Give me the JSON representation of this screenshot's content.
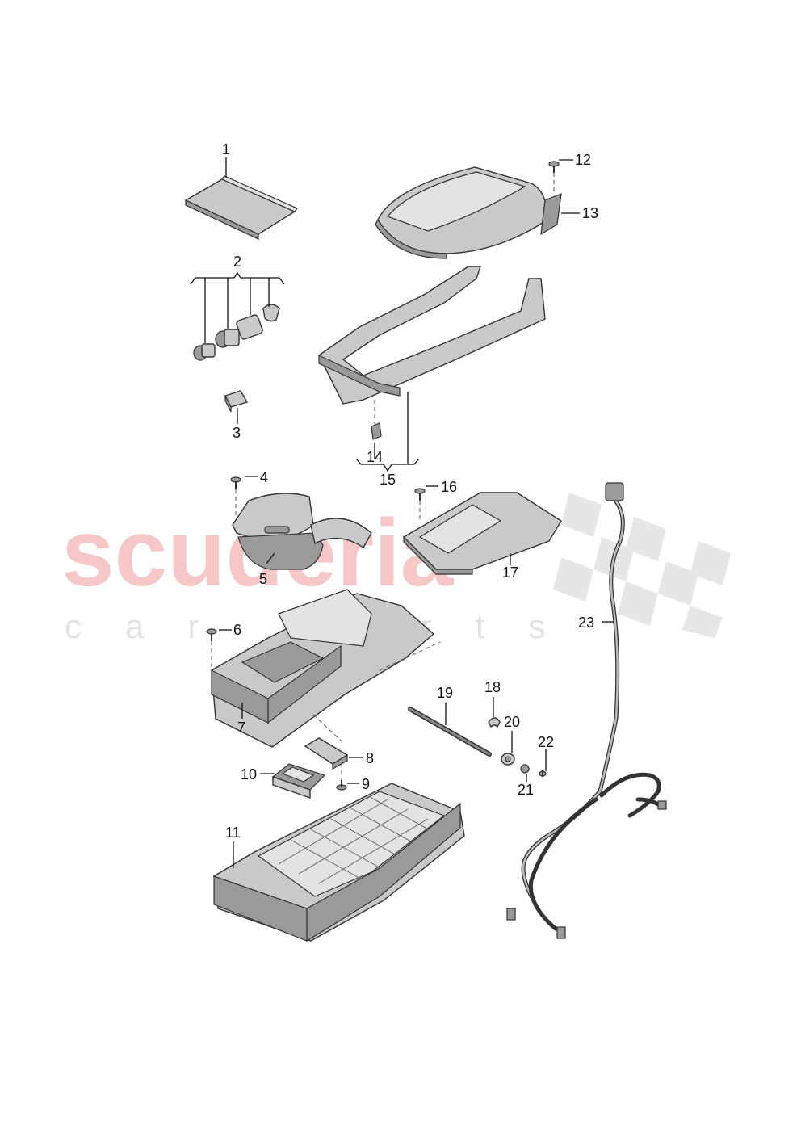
{
  "watermark": {
    "brand": "scuderia",
    "sub": "car parts"
  },
  "callouts": [
    {
      "id": "c1",
      "text": "1"
    },
    {
      "id": "c2",
      "text": "2"
    },
    {
      "id": "c3",
      "text": "3"
    },
    {
      "id": "c4",
      "text": "4"
    },
    {
      "id": "c5",
      "text": "5"
    },
    {
      "id": "c6",
      "text": "6"
    },
    {
      "id": "c7",
      "text": "7"
    },
    {
      "id": "c8",
      "text": "8"
    },
    {
      "id": "c9",
      "text": "9"
    },
    {
      "id": "c10",
      "text": "10"
    },
    {
      "id": "c11",
      "text": "11"
    },
    {
      "id": "c12",
      "text": "12"
    },
    {
      "id": "c13",
      "text": "13"
    },
    {
      "id": "c14",
      "text": "14"
    },
    {
      "id": "c15",
      "text": "15"
    },
    {
      "id": "c16",
      "text": "16"
    },
    {
      "id": "c17",
      "text": "17"
    },
    {
      "id": "c18",
      "text": "18"
    },
    {
      "id": "c19",
      "text": "19"
    },
    {
      "id": "c20",
      "text": "20"
    },
    {
      "id": "c21",
      "text": "21"
    },
    {
      "id": "c22",
      "text": "22"
    },
    {
      "id": "c23",
      "text": "23"
    }
  ]
}
